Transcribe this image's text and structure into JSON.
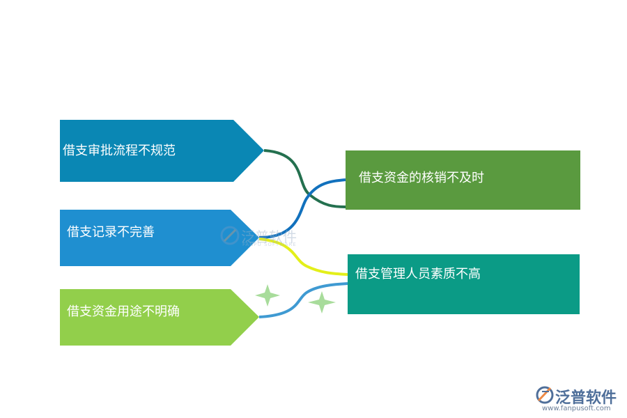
{
  "left_nodes": [
    {
      "label": "借支审批流程不规范",
      "color": "#0a87b4"
    },
    {
      "label": "借支记录不完善",
      "color": "#1f8fd0"
    },
    {
      "label": "借支资金用途不明确",
      "color": "#92cf4b"
    }
  ],
  "right_nodes": [
    {
      "label": "借支资金的核销不及时",
      "color": "#5a9a3f"
    },
    {
      "label": "借支管理人员素质不高",
      "color": "#0b9b86"
    }
  ],
  "connector_colors": [
    "#24704f",
    "#1271bd",
    "#e3ef1a",
    "#3f9ad2"
  ],
  "sparkle_color": "#a8dc9b",
  "watermark": {
    "text": "泛普软件",
    "sub": "FANPU SOFTWARE"
  },
  "logo": {
    "name": "泛普软件",
    "url": "www.fanpusoft.com",
    "icon": "fanpu-logo-icon"
  }
}
